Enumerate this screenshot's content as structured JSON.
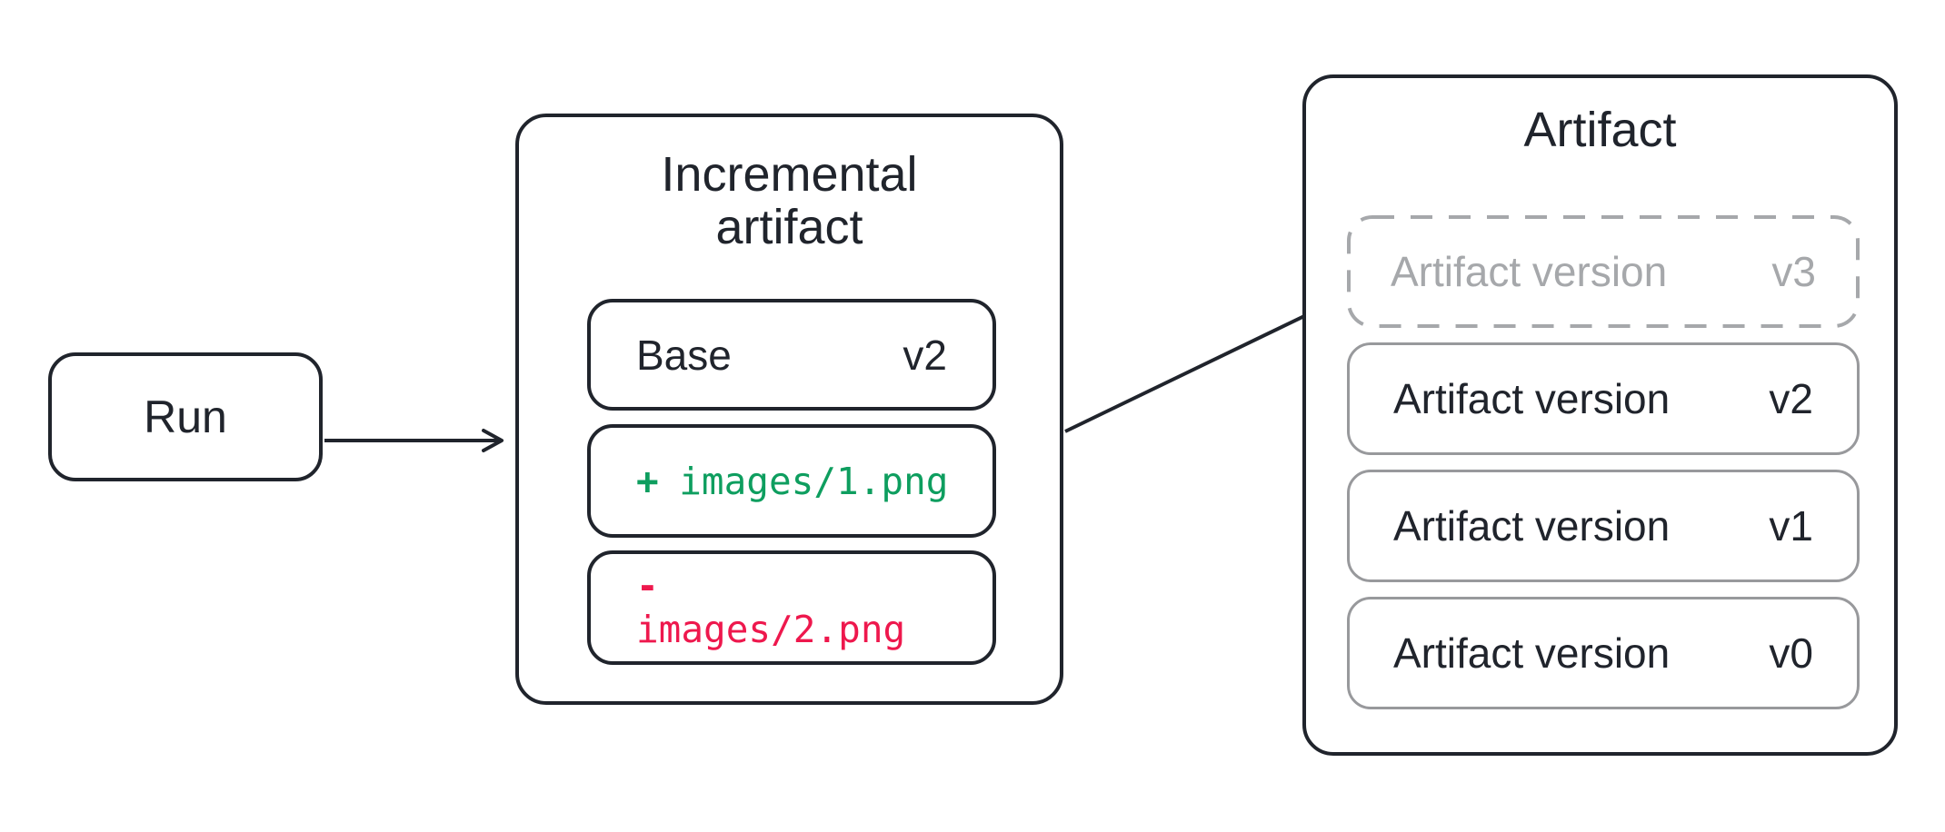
{
  "run": {
    "label": "Run"
  },
  "incremental": {
    "title_line1": "Incremental",
    "title_line2": "artifact",
    "base": {
      "label": "Base",
      "version": "v2"
    },
    "added": {
      "sign": "+",
      "path": "images/1.png"
    },
    "removed": {
      "sign": "-",
      "path": "images/2.png"
    }
  },
  "artifact": {
    "title": "Artifact",
    "pending_version": {
      "label": "Artifact version",
      "version": "v3"
    },
    "versions": [
      {
        "label": "Artifact version",
        "version": "v2"
      },
      {
        "label": "Artifact version",
        "version": "v1"
      },
      {
        "label": "Artifact version",
        "version": "v0"
      }
    ]
  },
  "colors": {
    "ink": "#20242c",
    "gray_border": "#98999c",
    "gray_text": "#a6a8ab",
    "green": "#0e9e5f",
    "red": "#ee184d"
  }
}
